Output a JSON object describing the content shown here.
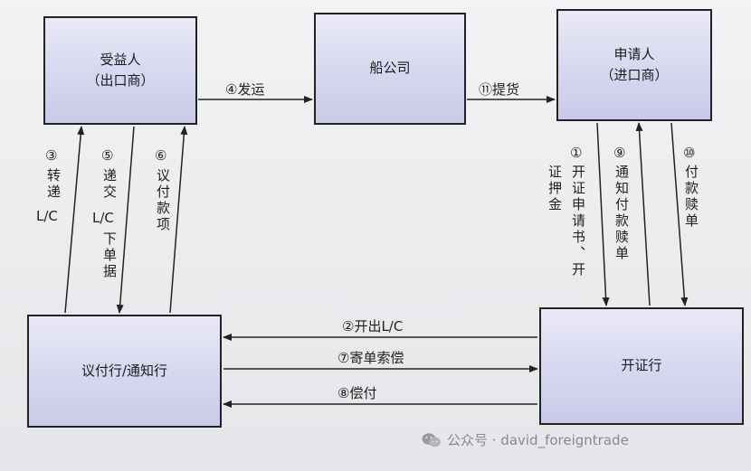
{
  "nodes": {
    "beneficiary": {
      "name": "受益人",
      "sub": "（出口商）"
    },
    "shipping": {
      "name": "船公司"
    },
    "applicant": {
      "name": "申请人",
      "sub": "（进口商）"
    },
    "negotiating_bank": {
      "name": "议付行/通知行"
    },
    "issuing_bank": {
      "name": "开证行"
    }
  },
  "steps": {
    "s1": {
      "num": "①",
      "text": "开证申请书、开",
      "text2": "证押金"
    },
    "s2": {
      "num": "②",
      "text": "开出L/C"
    },
    "s3": {
      "num": "③",
      "text": "转递",
      "text2": "L/C"
    },
    "s4": {
      "num": "④",
      "text": "发运"
    },
    "s5": {
      "num": "⑤",
      "text": "递交",
      "text2": "L/C",
      "text3": "下单据"
    },
    "s6": {
      "num": "⑥",
      "text": "议付款项"
    },
    "s7": {
      "num": "⑦",
      "text": "寄单索偿"
    },
    "s8": {
      "num": "⑧",
      "text": "偿付"
    },
    "s9": {
      "num": "⑨",
      "text": "通知付款赎单"
    },
    "s10": {
      "num": "⑩",
      "text": "付款赎单"
    },
    "s11": {
      "num": "⑪",
      "text": "提货"
    }
  },
  "watermark": {
    "text": "公众号 · david_foreigntrade",
    "icon": "wechat-icon"
  }
}
